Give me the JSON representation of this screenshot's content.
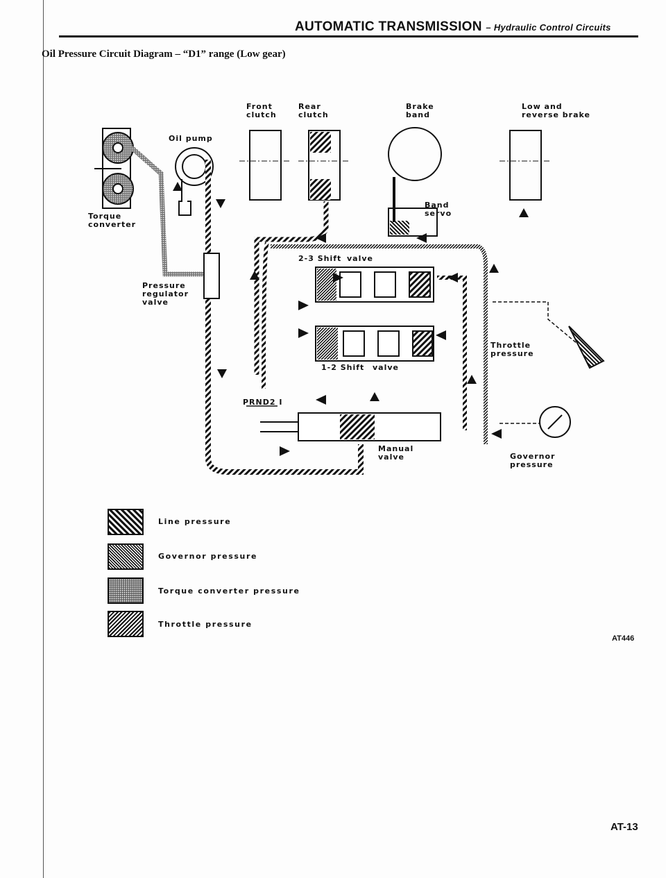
{
  "header": {
    "title": "AUTOMATIC TRANSMISSION",
    "subtitle": "– Hydraulic Control Circuits"
  },
  "figure_title": "Oil Pressure Circuit Diagram – “D1” range (Low gear)",
  "diagram": {
    "labels": {
      "front_clutch": "Front\nclutch",
      "rear_clutch": "Rear\nclutch",
      "brake_band": "Brake\nband",
      "low_reverse_brake": "Low and\nreverse brake",
      "oil_pump": "Oil pump",
      "torque_converter": "Torque\nconverter",
      "band_servo": "Band\nservo",
      "shift_23": "2-3 Shift",
      "shift_23_valve": "valve",
      "pressure_regulator": "Pressure\nregulator\nvalve",
      "throttle_pressure": "Throttle\npressure",
      "shift_12": "1-2 Shift",
      "shift_12_valve": "valve",
      "prnd21": "PRND2 I",
      "manual_valve": "Manual\nvalve",
      "governor_pressure": "Governor\npressure"
    },
    "colors": {
      "ink": "#111111",
      "paper": "#fdfdfd"
    }
  },
  "legend": [
    {
      "label": "Line pressure",
      "pattern": "wide-diagonal-hatch"
    },
    {
      "label": "Governor pressure",
      "pattern": "fine-diagonal-hatch"
    },
    {
      "label": "Torque converter pressure",
      "pattern": "dots"
    },
    {
      "label": "Throttle pressure",
      "pattern": "reverse-diagonal-hatch"
    }
  ],
  "figure_code": "AT446",
  "page_number": "AT-13"
}
